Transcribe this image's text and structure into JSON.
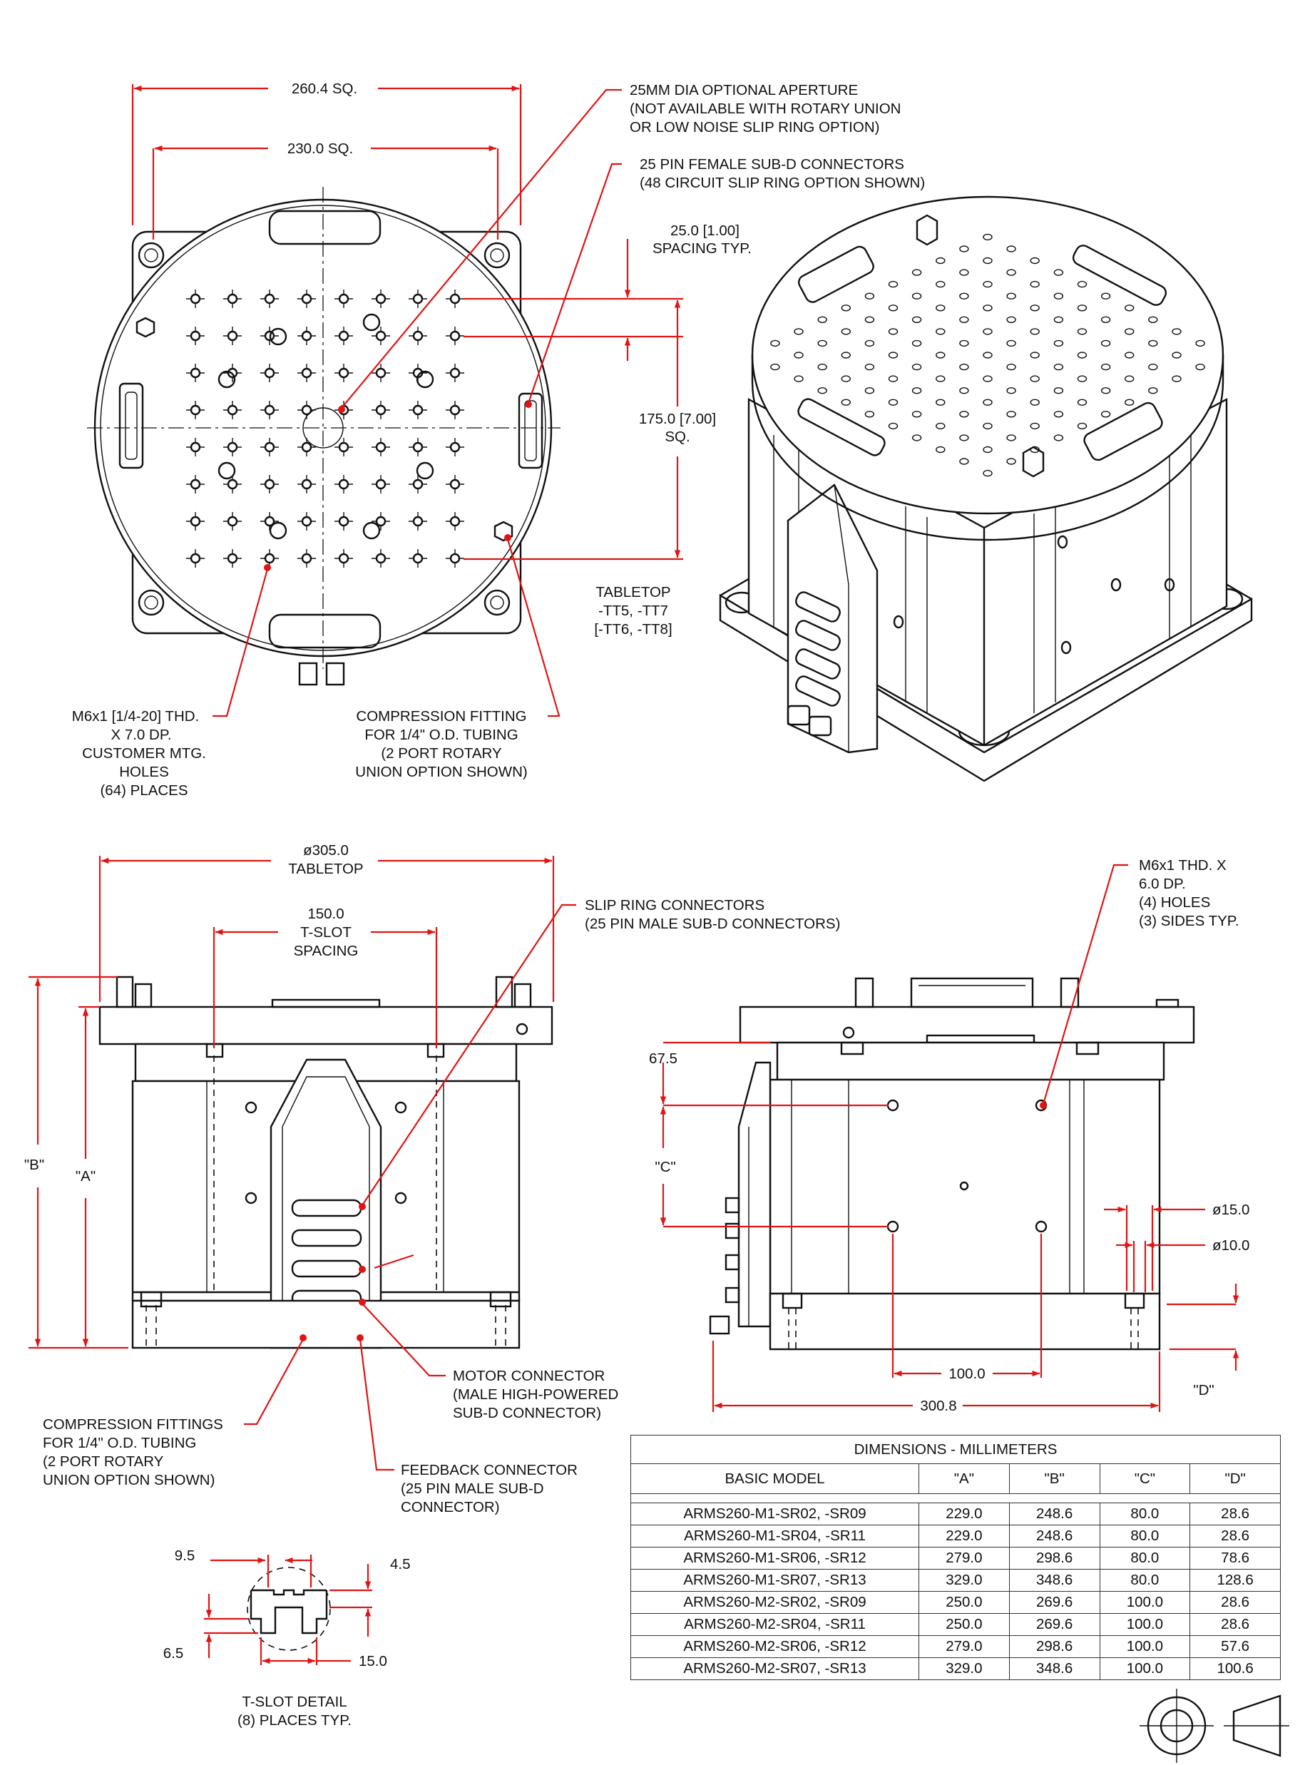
{
  "top_view": {
    "dims": {
      "outer_square": "260.4 SQ.",
      "inner_square": "230.0 SQ.",
      "spacing": "25.0 [1.00]",
      "spacing_sub": "SPACING TYP.",
      "pattern": "175.0 [7.00]",
      "pattern_sub": "SQ."
    },
    "callouts": {
      "aperture": [
        "25MM DIA OPTIONAL APERTURE",
        "(NOT AVAILABLE WITH ROTARY UNION",
        "OR LOW NOISE SLIP RING OPTION)"
      ],
      "subd": [
        "25 PIN FEMALE SUB-D CONNECTORS",
        "(48 CIRCUIT SLIP RING OPTION SHOWN)"
      ],
      "mtg_holes": [
        "M6x1 [1/4-20] THD.",
        "X 7.0 DP.",
        "CUSTOMER MTG.",
        "HOLES",
        "(64) PLACES"
      ],
      "compression": [
        "COMPRESSION FITTING",
        "FOR 1/4\" O.D. TUBING",
        "(2 PORT ROTARY",
        "UNION OPTION SHOWN)"
      ]
    }
  },
  "iso_view": {
    "tabletop": [
      "TABLETOP",
      "-TT5, -TT7",
      "[-TT6, -TT8]"
    ]
  },
  "front_view": {
    "dims": {
      "tabletop_dia": "ø305.0",
      "tabletop_label": "TABLETOP",
      "tslot_spacing": "150.0",
      "tslot_label1": "T-SLOT",
      "tslot_label2": "SPACING",
      "B": "\"B\"",
      "A": "\"A\""
    },
    "callouts": {
      "slip_ring": [
        "SLIP RING CONNECTORS",
        "(25 PIN MALE SUB-D CONNECTORS)"
      ],
      "motor": [
        "MOTOR CONNECTOR",
        "(MALE HIGH-POWERED",
        "SUB-D CONNECTOR)"
      ],
      "compression": [
        "COMPRESSION FITTINGS",
        "FOR 1/4\" O.D. TUBING",
        "(2 PORT ROTARY",
        "UNION OPTION SHOWN)"
      ],
      "feedback": [
        "FEEDBACK CONNECTOR",
        "(25 PIN MALE SUB-D",
        "CONNECTOR)"
      ]
    }
  },
  "side_view": {
    "dims": {
      "height": "67.5",
      "C": "\"C\"",
      "d15": "ø15.0",
      "d10": "ø10.0",
      "hole_spacing": "100.0",
      "width": "300.8",
      "D": "\"D\""
    },
    "callouts": {
      "thd": [
        "M6x1 THD. X",
        "6.0 DP.",
        "(4) HOLES",
        "(3) SIDES TYP."
      ]
    }
  },
  "tslot": {
    "dims": {
      "a": "9.5",
      "b": "4.5",
      "c": "6.5",
      "d": "15.0"
    },
    "label": [
      "T-SLOT DETAIL",
      "(8) PLACES TYP."
    ]
  },
  "table": {
    "caption": "DIMENSIONS - MILLIMETERS",
    "headers": [
      "BASIC MODEL",
      "\"A\"",
      "\"B\"",
      "\"C\"",
      "\"D\""
    ],
    "rows": [
      [
        "ARMS260-M1-SR02, -SR09",
        "229.0",
        "248.6",
        "80.0",
        "28.6"
      ],
      [
        "ARMS260-M1-SR04, -SR11",
        "229.0",
        "248.6",
        "80.0",
        "28.6"
      ],
      [
        "ARMS260-M1-SR06, -SR12",
        "279.0",
        "298.6",
        "80.0",
        "78.6"
      ],
      [
        "ARMS260-M1-SR07, -SR13",
        "329.0",
        "348.6",
        "80.0",
        "128.6"
      ],
      [
        "ARMS260-M2-SR02, -SR09",
        "250.0",
        "269.6",
        "100.0",
        "28.6"
      ],
      [
        "ARMS260-M2-SR04, -SR11",
        "250.0",
        "269.6",
        "100.0",
        "28.6"
      ],
      [
        "ARMS260-M2-SR06, -SR12",
        "279.0",
        "298.6",
        "100.0",
        "57.6"
      ],
      [
        "ARMS260-M2-SR07, -SR13",
        "329.0",
        "348.6",
        "100.0",
        "100.6"
      ]
    ]
  },
  "colors": {
    "dimension": "#e01414",
    "line": "#111111"
  }
}
